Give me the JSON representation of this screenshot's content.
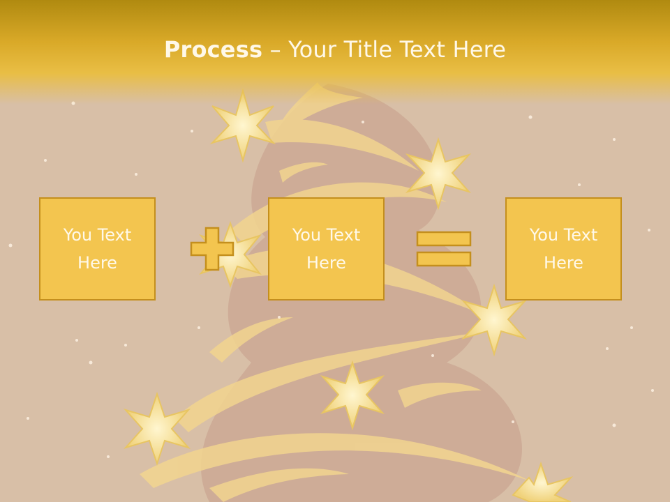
{
  "title": {
    "bold_part": "Process",
    "separator": " – ",
    "rest": "Your Title Text Here"
  },
  "process": {
    "boxes": [
      {
        "text": "You Text Here"
      },
      {
        "text": "You Text Here"
      },
      {
        "text": "You Text Here"
      }
    ],
    "operators": [
      "plus-icon",
      "equals-icon"
    ]
  },
  "colors": {
    "box_fill": "#f3c54f",
    "box_border": "#c48f1d",
    "title_bar": "#d9a928",
    "background": "#d8bfa7",
    "text": "#fff9ea"
  }
}
